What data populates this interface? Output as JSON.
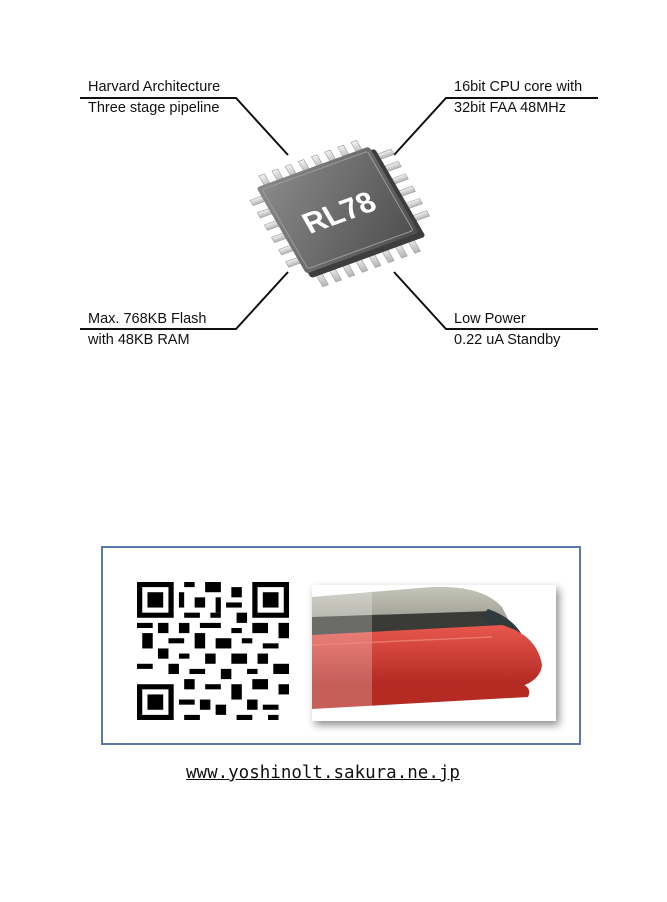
{
  "chip": {
    "label": "RL78",
    "features": [
      {
        "line1": "Harvard Architecture",
        "line2": "Three stage pipeline"
      },
      {
        "line1": "16bit CPU core with",
        "line2": "32bit FAA 48MHz"
      },
      {
        "line1": "Max. 768KB Flash",
        "line2": "with 48KB RAM"
      },
      {
        "line1": "Low Power",
        "line2": "0.22 uA Standby"
      }
    ]
  },
  "footer": {
    "url": "www.yoshinolt.sakura.ne.jp"
  },
  "colors": {
    "box_border": "#5a79a8",
    "train_red": "#d9342b",
    "chip_gray": "#6f6f6f"
  },
  "icons": [
    "qr-code",
    "train-photo"
  ]
}
